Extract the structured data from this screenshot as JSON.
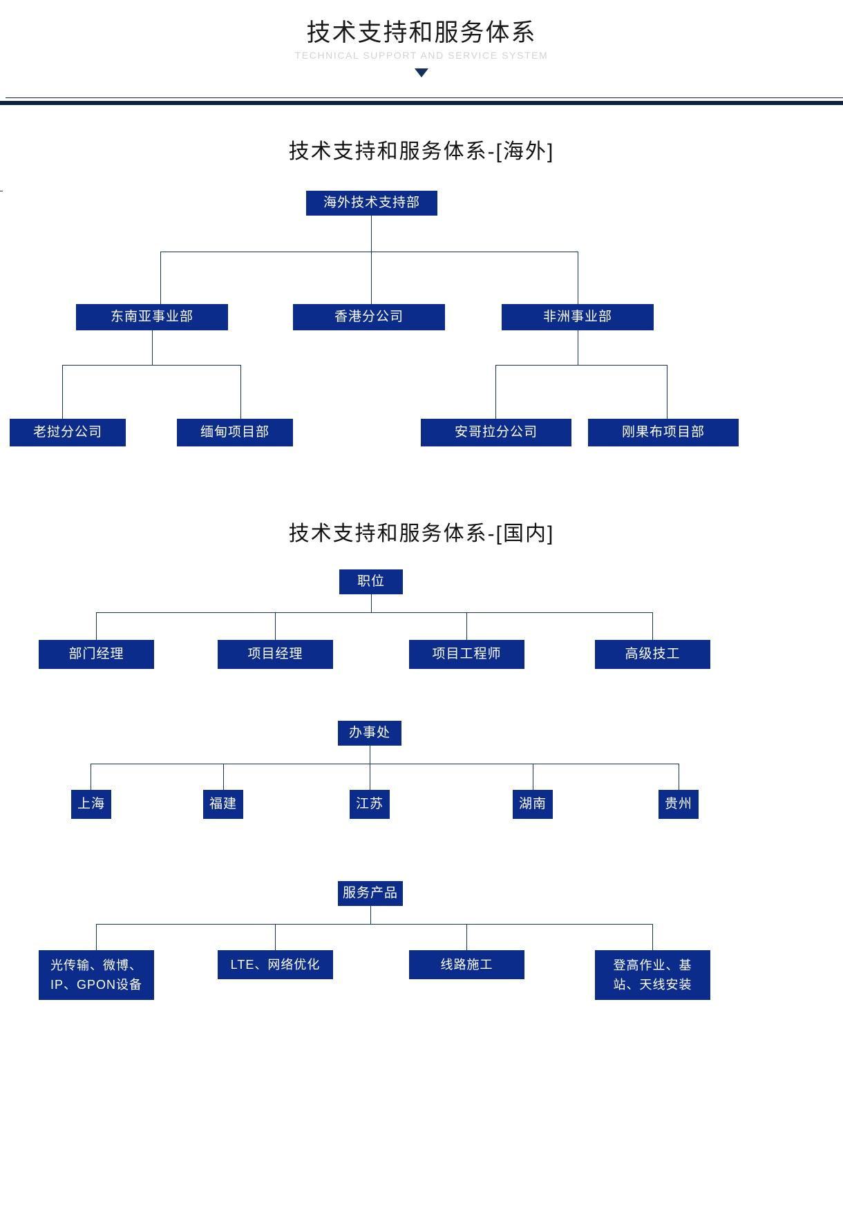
{
  "header": {
    "title": "技术支持和服务体系",
    "subtitle": "TECHNICAL SUPPORT AND SERVICE SYSTEM",
    "caret": "caret-down-icon"
  },
  "colors": {
    "node_fill": "#0b2c8a",
    "node_text": "#ffffff",
    "connector": "#13315c",
    "rule": "#0c2340",
    "subtitle_text": "#d2d2d2",
    "background": "#ffffff"
  },
  "sections": [
    {
      "id": "overseas",
      "title": "技术支持和服务体系-[海外]",
      "root": "海外技术支持部",
      "level2": [
        "东南亚事业部",
        "香港分公司",
        "非洲事业部"
      ],
      "level3": [
        "老挝分公司",
        "缅甸项目部",
        "安哥拉分公司",
        "刚果布项目部"
      ]
    },
    {
      "id": "domestic",
      "title": "技术支持和服务体系-[国内]",
      "groups": [
        {
          "parent": "职位",
          "children": [
            "部门经理",
            "项目经理",
            "项目工程师",
            "高级技工"
          ]
        },
        {
          "parent": "办事处",
          "children": [
            "上海",
            "福建",
            "江苏",
            "湖南",
            "贵州"
          ]
        },
        {
          "parent": "服务产品",
          "children": [
            "光传输、微博、IP、GPON设备",
            "LTE、网络优化",
            "线路施工",
            "登高作业、基站、天线安装"
          ]
        }
      ]
    }
  ]
}
